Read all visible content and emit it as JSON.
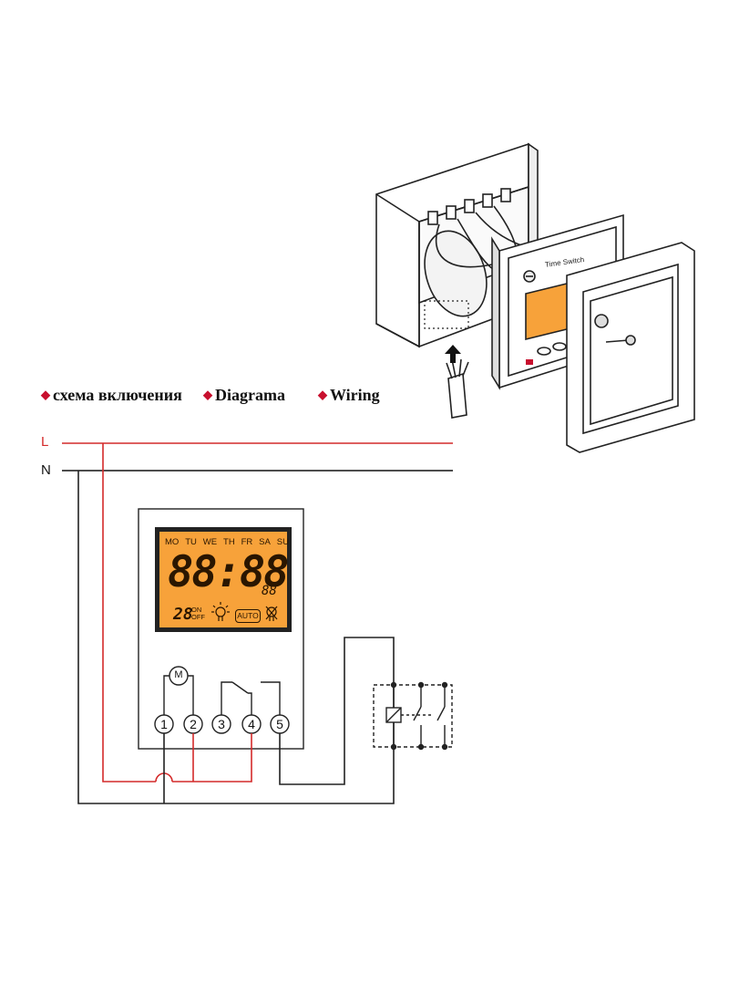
{
  "captions": [
    {
      "text": "схема включения"
    },
    {
      "text": "Diagrama"
    },
    {
      "text": "Wiring"
    }
  ],
  "lines": {
    "live_label": "L",
    "neutral_label": "N",
    "live_color": "#d42a2a",
    "neutral_color": "#111111"
  },
  "lcd": {
    "days": [
      "MO",
      "TU",
      "WE",
      "TH",
      "FR",
      "SA",
      "SU"
    ],
    "time_digits": "88:88",
    "seconds_digits": "88",
    "day_number": "28",
    "on_label": "ON",
    "off_label": "OFF",
    "auto_label": "AUTO",
    "background_color": "#f7a23a"
  },
  "terminals": [
    "1",
    "2",
    "3",
    "4",
    "5"
  ],
  "motor_label": "M",
  "device": {
    "title": "Time Switch"
  },
  "icons": [
    "bulb-icon",
    "bulb-off-icon",
    "diamond-bullet-icon",
    "arrow-up-icon",
    "cable-icon",
    "screw-icon",
    "relay-coil-icon"
  ]
}
